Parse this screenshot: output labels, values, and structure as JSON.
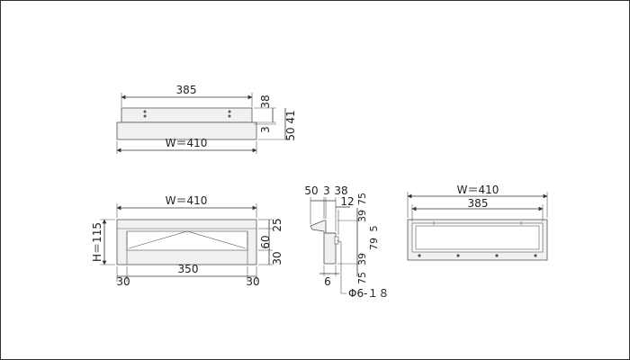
{
  "top_view": {
    "width_outer": "385",
    "width_base": "W＝410",
    "h_38": "38",
    "h_41": "41",
    "h_3": "3",
    "h_50": "50"
  },
  "front_view": {
    "width": "W＝410",
    "height": "H＝115",
    "h_25": "25",
    "h_60": "60",
    "h_30": "30",
    "margin_left": "30",
    "inner_width": "350",
    "margin_right": "30"
  },
  "side_view": {
    "d_50": "50",
    "d_3": "3",
    "d_38": "38",
    "d_12": "12",
    "d_6": "6",
    "v_75_top": "75",
    "v_39_top": "39",
    "v_5": "5",
    "v_79": "79",
    "v_39_bottom": "39",
    "v_75_bottom": "75",
    "hole_note": "Φ6‐１８"
  },
  "back_view": {
    "width": "W＝410",
    "inner_width": "385"
  }
}
